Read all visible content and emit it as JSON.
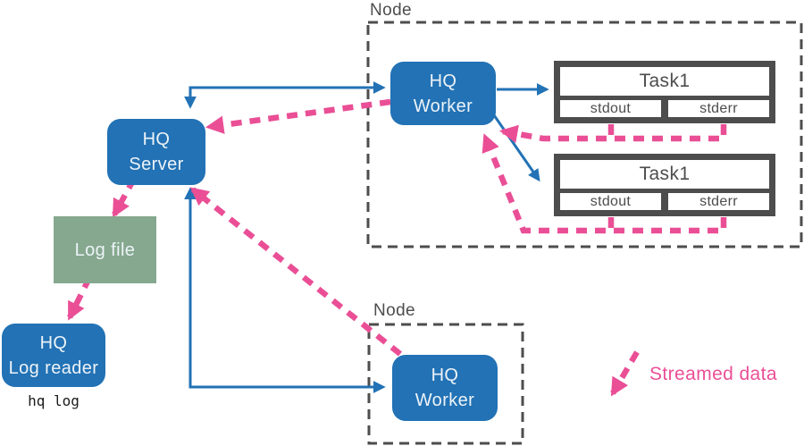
{
  "colors": {
    "blue": "#2272b5",
    "pink": "#ea4f96",
    "green": "#85a88e",
    "gray": "#4d4d4d",
    "text_light": "#edf3f8",
    "mono_text": "#1a1a1a"
  },
  "server": {
    "line1": "HQ",
    "line2": "Server"
  },
  "workers": {
    "top": {
      "line1": "HQ",
      "line2": "Worker"
    },
    "bottom": {
      "line1": "HQ",
      "line2": "Worker"
    }
  },
  "nodes": {
    "top_label": "Node",
    "bottom_label": "Node"
  },
  "tasks": {
    "top": {
      "title": "Task1",
      "outputs": [
        "stdout",
        "stderr"
      ]
    },
    "bottom": {
      "title": "Task1",
      "outputs": [
        "stdout",
        "stderr"
      ]
    }
  },
  "log": {
    "file_label": "Log file",
    "reader_line1": "HQ",
    "reader_line2": "Log reader",
    "command": "hq log"
  },
  "legend": {
    "streamed": "Streamed data"
  }
}
